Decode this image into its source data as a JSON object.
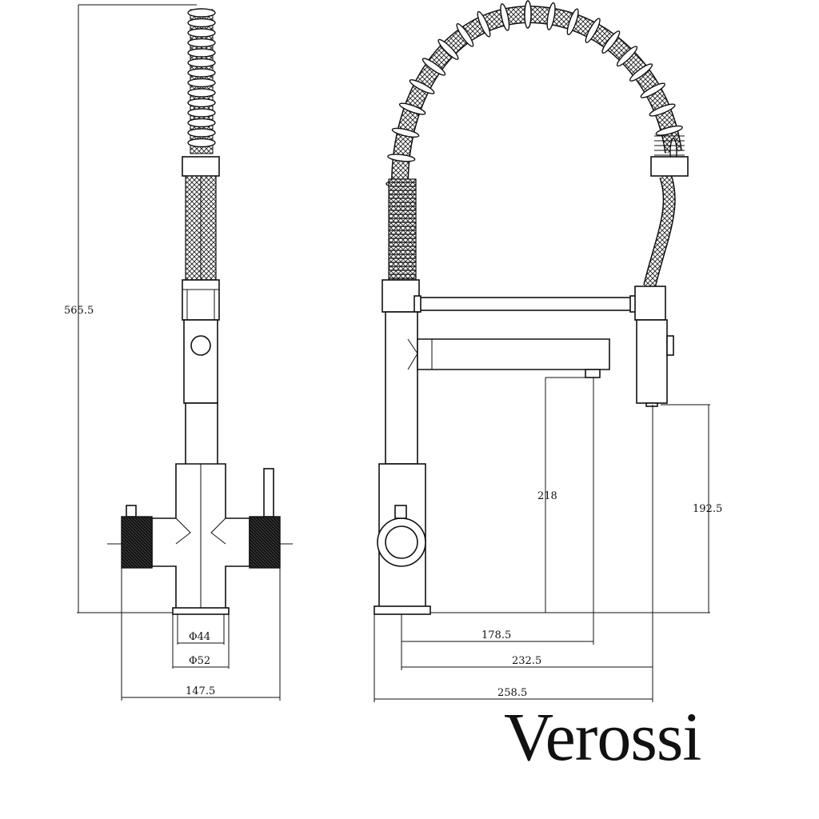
{
  "brand": {
    "name": "Verossi"
  },
  "dimensions": {
    "overall_height": "565.5",
    "spout_height": "218",
    "spray_height": "192.5",
    "base_inner_diameter": "Φ44",
    "base_outer_diameter": "Φ52",
    "front_width": "147.5",
    "spout_reach": "178.5",
    "spray_reach": "232.5",
    "overall_depth": "258.5"
  },
  "colors": {
    "line": "#111111",
    "background": "#ffffff"
  }
}
